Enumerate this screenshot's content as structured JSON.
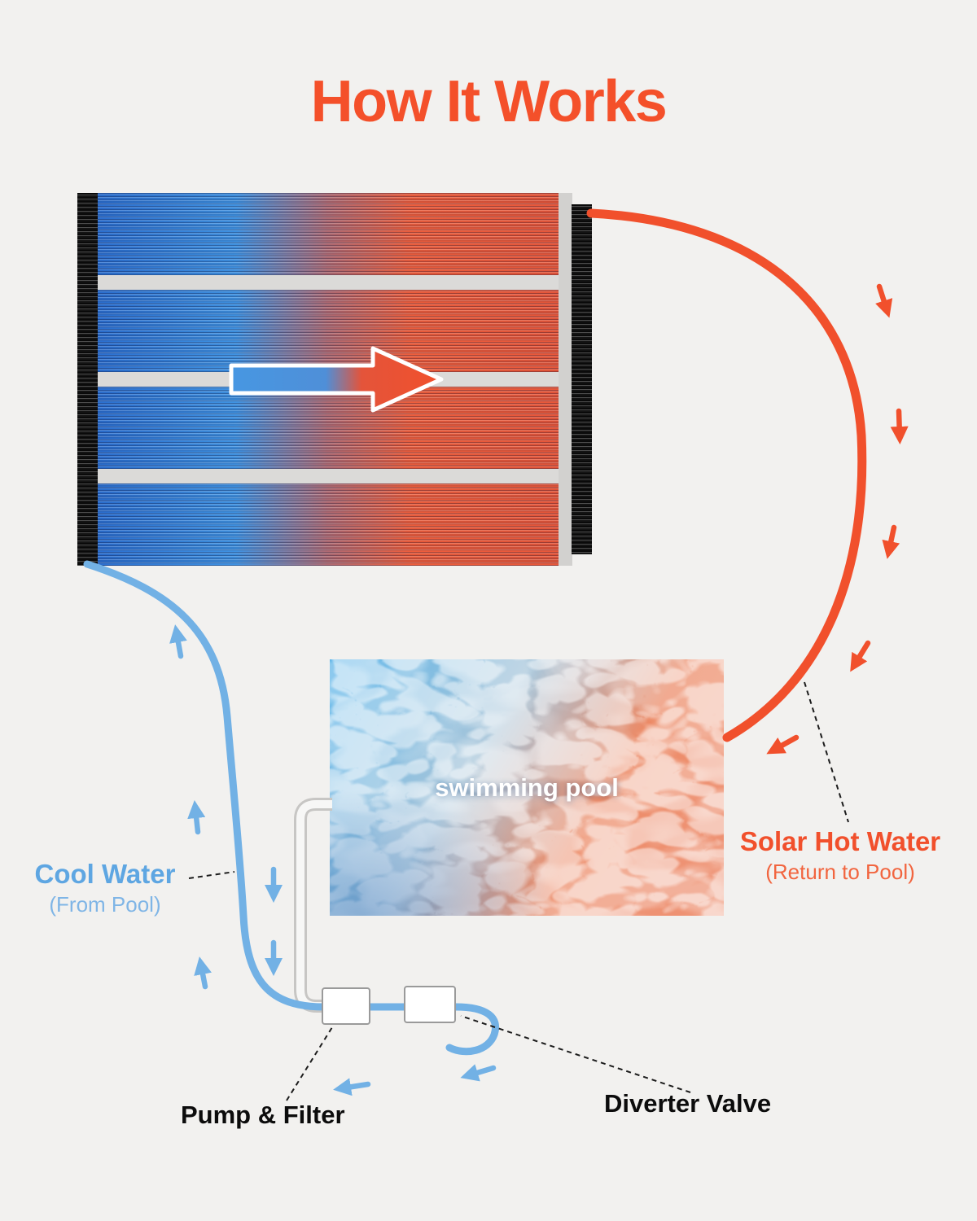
{
  "title": "How It Works",
  "pool": {
    "label": "swimming pool"
  },
  "annotations": {
    "cool_water": {
      "title": "Cool Water",
      "subtitle": "(From Pool)"
    },
    "solar_hot_water": {
      "title": "Solar Hot Water",
      "subtitle": "(Return to Pool)"
    },
    "pump_filter": {
      "label": "Pump & Filter"
    },
    "diverter_valve": {
      "label": "Diverter Valve"
    }
  },
  "colors": {
    "background": "#f2f1ef",
    "title_orange": "#f4502a",
    "hot_pipe_orange": "#f1502c",
    "cool_pipe_blue": "#72b1e5",
    "cool_label_blue": "#5ea6e2",
    "label_black": "#0c0c0c",
    "pool_blue": "#5fb5e8",
    "pool_salmon": "#ec8a66"
  }
}
